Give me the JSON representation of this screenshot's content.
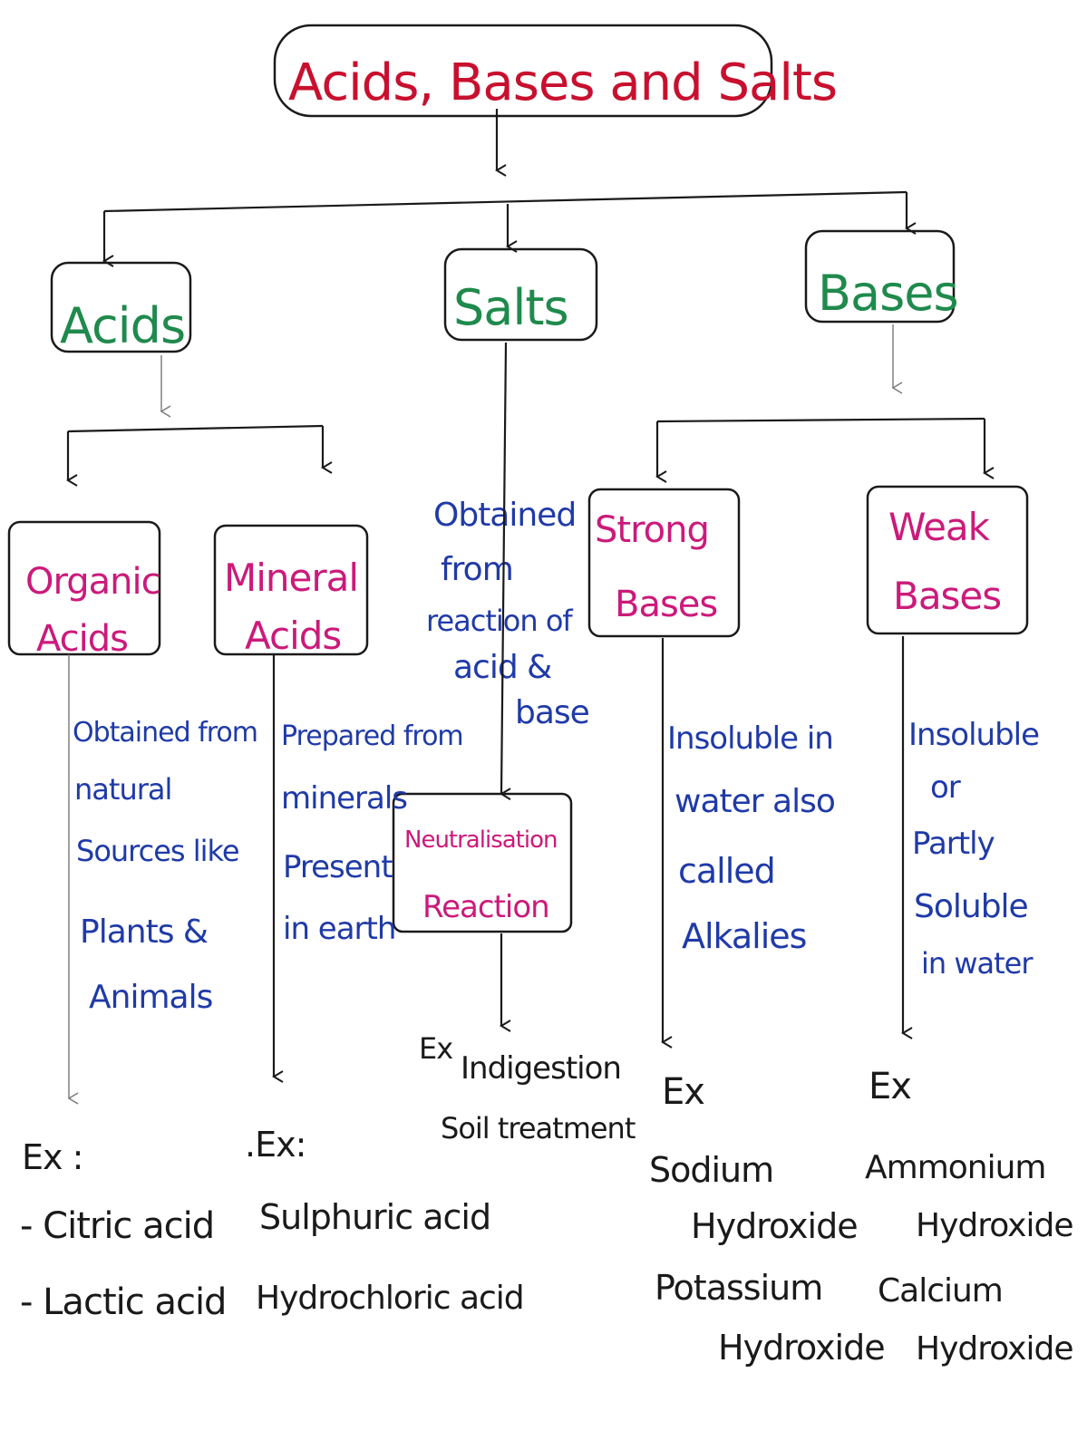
{
  "title": "Acids, Bases and Salts",
  "categories": {
    "acids": "Acids",
    "salts": "Salts",
    "bases": "Bases"
  },
  "acids": {
    "organic": {
      "label": [
        "Organic",
        "Acids"
      ],
      "description": [
        "Obtained from",
        "natural",
        "Sources like",
        "Plants &",
        "Animals"
      ],
      "ex_label": "Ex :",
      "examples": [
        "- Citric acid",
        "- Lactic acid"
      ]
    },
    "mineral": {
      "label": [
        "Mineral",
        "Acids"
      ],
      "description": [
        "Prepared from",
        "minerals",
        "Present",
        "in earth"
      ],
      "ex_label": ".Ex:",
      "examples": [
        "Sulphuric acid",
        "Hydrochloric acid"
      ]
    }
  },
  "salts": {
    "description": [
      "Obtained",
      "from",
      "reaction of",
      "acid &",
      "base"
    ],
    "reaction_label": [
      "Neutralisation",
      "Reaction"
    ],
    "ex_label": "Ex",
    "examples": [
      "Indigestion",
      "Soil treatment"
    ]
  },
  "bases": {
    "strong": {
      "label": [
        "Strong",
        "Bases"
      ],
      "description": [
        "Insoluble in",
        "water also",
        "called",
        "Alkalies"
      ],
      "ex_label": "Ex",
      "examples": [
        "Sodium",
        "Hydroxide",
        "Potassium",
        "Hydroxide"
      ]
    },
    "weak": {
      "label": [
        "Weak",
        "Bases"
      ],
      "description": [
        "Insoluble",
        "or",
        "Partly",
        "Soluble",
        "in water"
      ],
      "ex_label": "Ex",
      "examples": [
        "Ammonium",
        "Hydroxide",
        "Calcium",
        "Hydroxide"
      ]
    }
  },
  "colors": {
    "title": "#c8102e",
    "category": "#1f8a4c",
    "subcategory": "#cc1a7a",
    "description": "#1f3aa8",
    "example": "#1a1a1a"
  }
}
